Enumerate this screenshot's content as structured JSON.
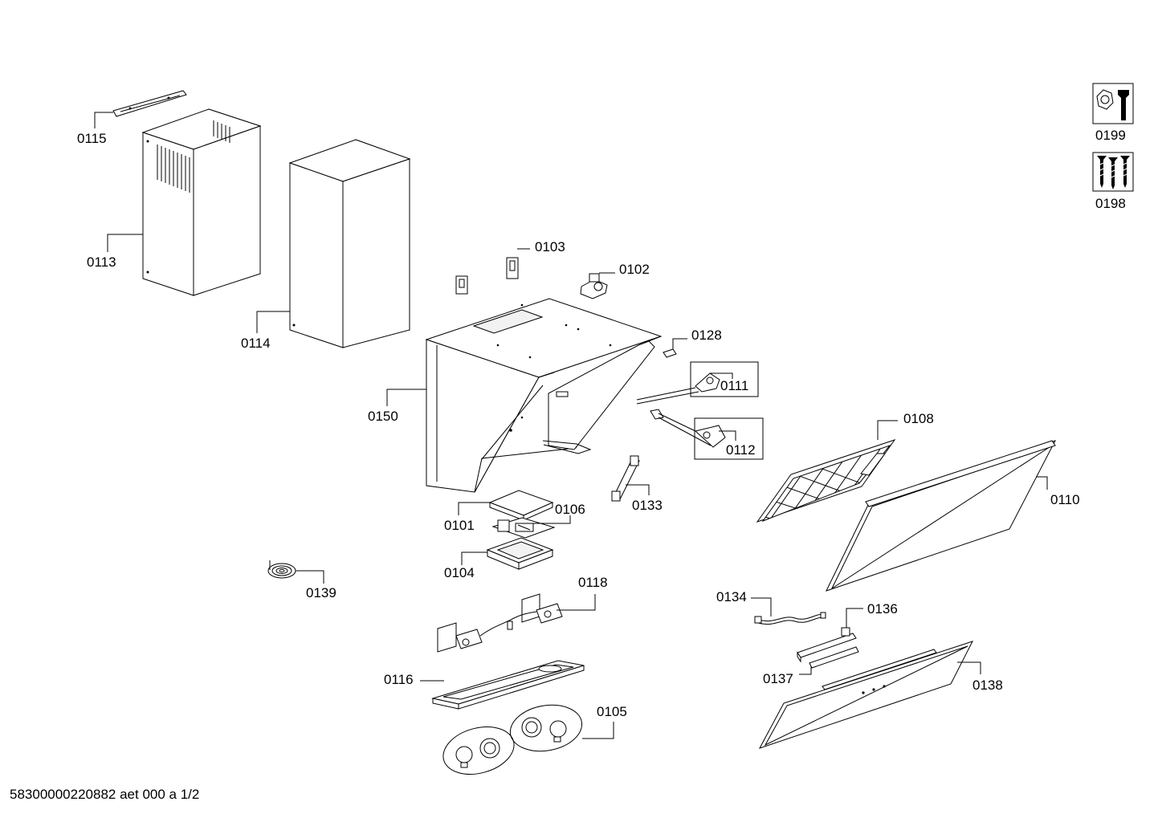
{
  "callouts": {
    "p0115": "0115",
    "p0113": "0113",
    "p0114": "0114",
    "p0150": "0150",
    "p0103": "0103",
    "p0102": "0102",
    "p0128": "0128",
    "p0111": "0111",
    "p0112": "0112",
    "p0108": "0108",
    "p0110": "0110",
    "p0101": "0101",
    "p0106": "0106",
    "p0133": "0133",
    "p0104": "0104",
    "p0139": "0139",
    "p0118": "0118",
    "p0116": "0116",
    "p0105": "0105",
    "p0134": "0134",
    "p0136": "0136",
    "p0137": "0137",
    "p0138": "0138",
    "p0199": "0199",
    "p0198": "0198"
  },
  "footer": {
    "drawing_id": "58300000220882 aet 000 a 1/2"
  }
}
